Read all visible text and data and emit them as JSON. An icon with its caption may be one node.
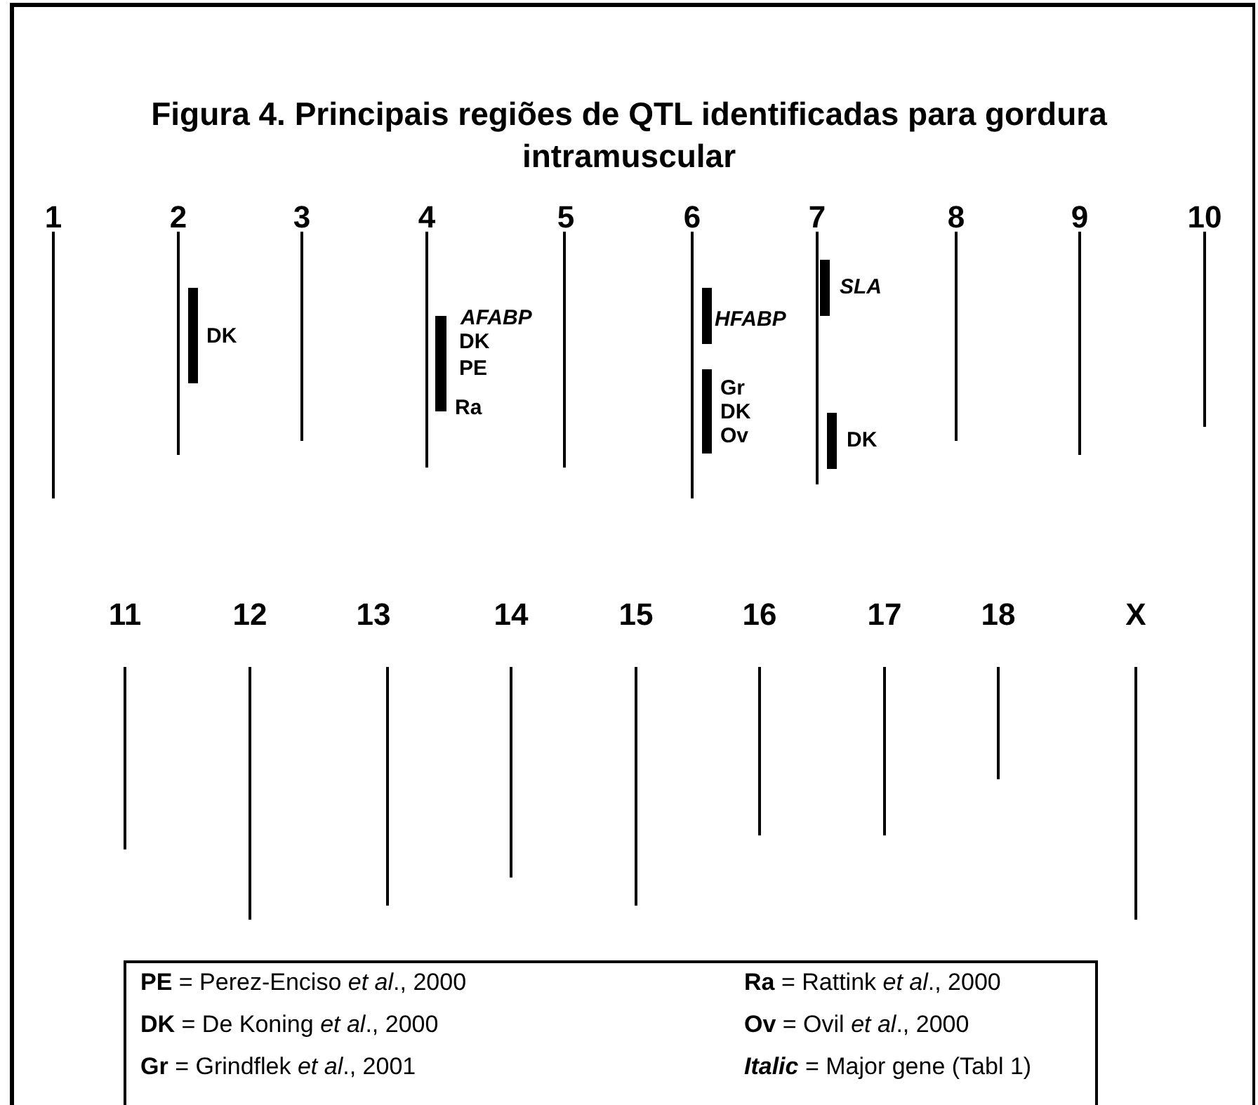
{
  "diagram": {
    "title": "Figura 4. Principais regiões de QTL identificadas para gordura intramuscular",
    "labels": [
      "1",
      "2",
      "3",
      "4",
      "5",
      "6",
      "7",
      "8",
      "9",
      "10",
      "DK",
      "AFABP",
      "DK",
      "PE",
      "Ra",
      "HFABP",
      "Gr",
      "DK",
      "Ov",
      "SLA",
      "DK",
      "11",
      "12",
      "13",
      "14",
      "15",
      "16",
      "17",
      "18",
      "X",
      "**PE** = Perez-Enciso *et al*., 2000",
      "**Ra** = Rattink *et al*., 2000",
      "**DK** = De Koning *et al*., 2000",
      "**Ov** = Ovil *et al*., 2000",
      "**Gr** = Grindflek *et al*., 2001",
      "**Italic** = Major gene (Tabl 1)"
    ]
  }
}
